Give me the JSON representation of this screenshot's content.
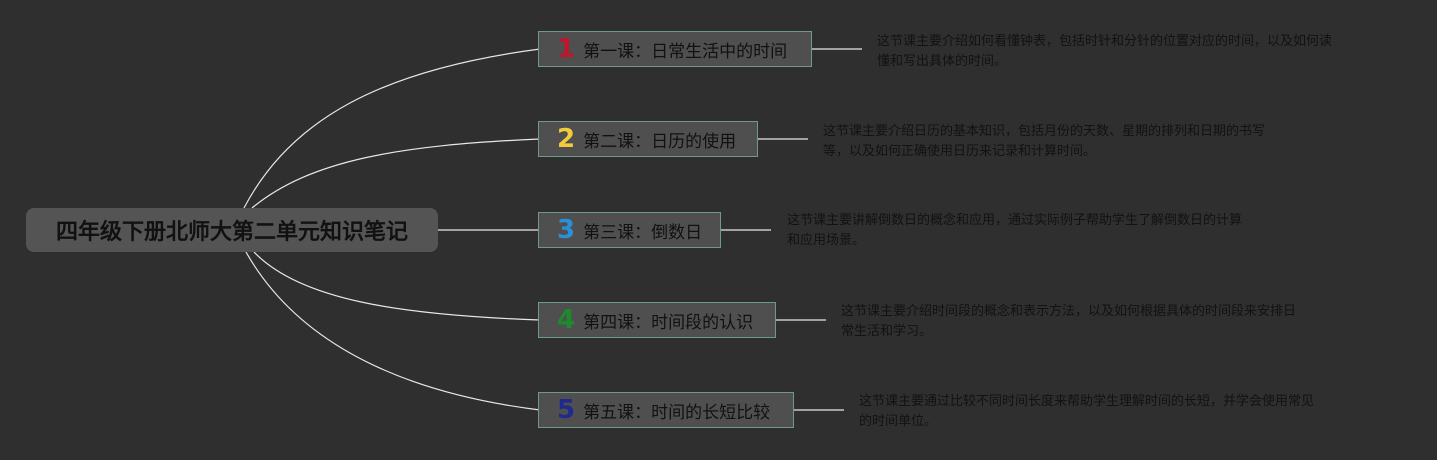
{
  "root": {
    "title": "四年级下册北师大第二单元知识笔记"
  },
  "lessons": [
    {
      "number": "1",
      "number_color": "#c0162b",
      "title": "第一课：日常生活中的时间",
      "desc_lines": [
        "这节课主要介绍如何看懂钟表，包括时针和分针的位置对应的时间，以及如何读",
        "懂和写出具体的时间。"
      ]
    },
    {
      "number": "2",
      "number_color": "#f2cd3b",
      "title": "第二课：日历的使用",
      "desc_lines": [
        "这节课主要介绍日历的基本知识，包括月份的天数、星期的排列和日期的书写",
        "等，以及如何正确使用日历来记录和计算时间。"
      ]
    },
    {
      "number": "3",
      "number_color": "#2a8fd8",
      "title": "第三课：倒数日",
      "desc_lines": [
        "这节课主要讲解倒数日的概念和应用，通过实际例子帮助学生了解倒数日的计算",
        "和应用场景。"
      ]
    },
    {
      "number": "4",
      "number_color": "#1f8a2b",
      "title": "第四课：时间段的认识",
      "desc_lines": [
        "这节课主要介绍时间段的概念和表示方法，以及如何根据具体的时间段来安排日",
        "常生活和学习。"
      ]
    },
    {
      "number": "5",
      "number_color": "#1f2a8c",
      "title": "第五课：时间的长短比较",
      "desc_lines": [
        "这节课主要通过比较不同时间长度来帮助学生理解时间的长短，并学会使用常见",
        "的时间单位。"
      ]
    }
  ],
  "colors": {
    "background": "#2f2f2f",
    "connector": "#e8e8e8",
    "branch_border": "#6f9a8a"
  }
}
